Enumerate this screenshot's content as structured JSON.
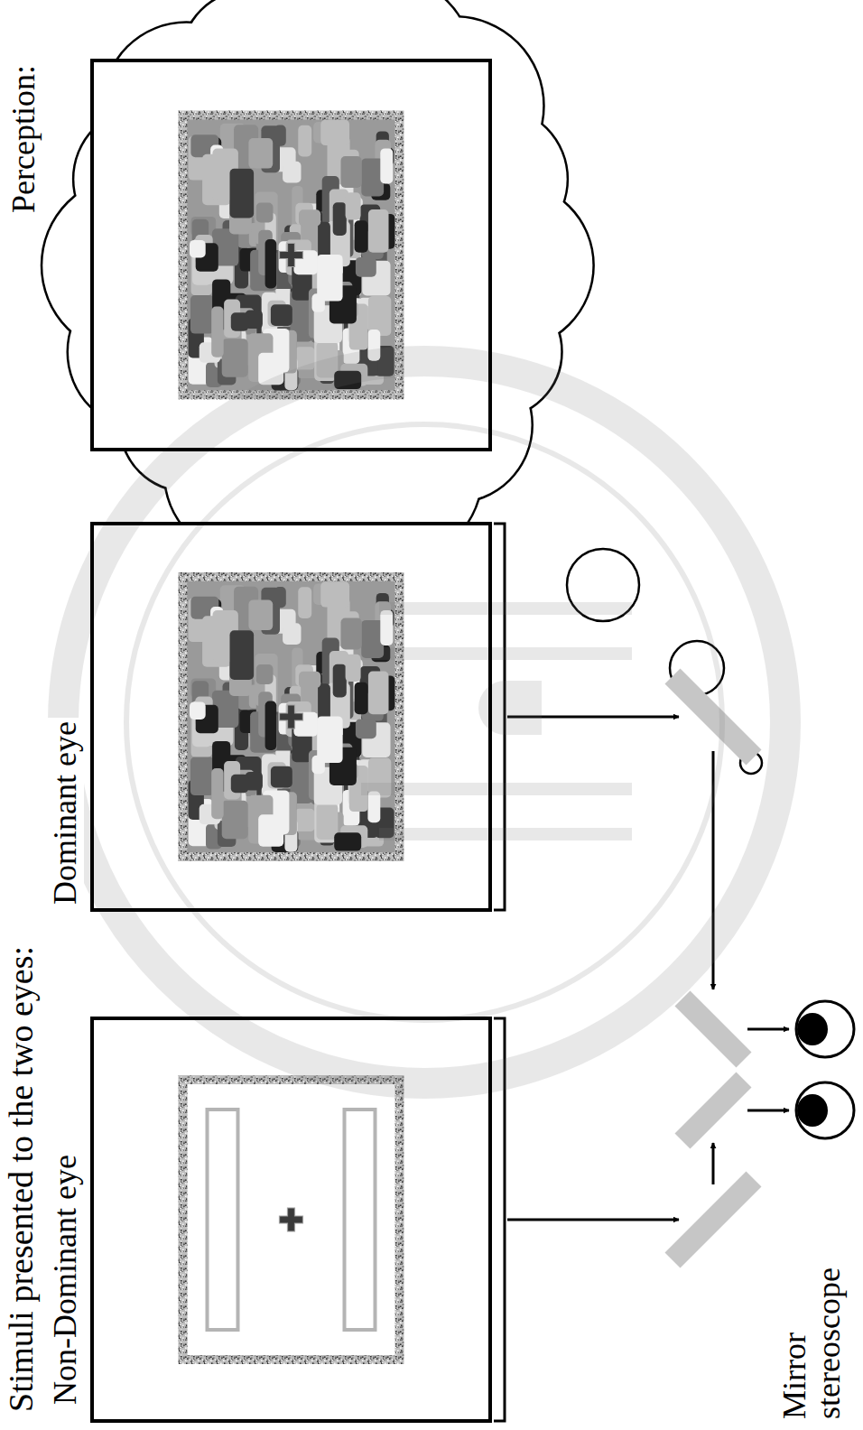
{
  "diagram": {
    "nodes": [
      {
        "text": [
          "Non-Dominant eye"
        ]
      },
      {
        "text": [
          "Dominant eye"
        ]
      },
      {
        "text": [
          "Perception:"
        ]
      }
    ],
    "labels": [
      "Stimuli presented to the two eyes:",
      "Mirror stereoscope"
    ]
  }
}
